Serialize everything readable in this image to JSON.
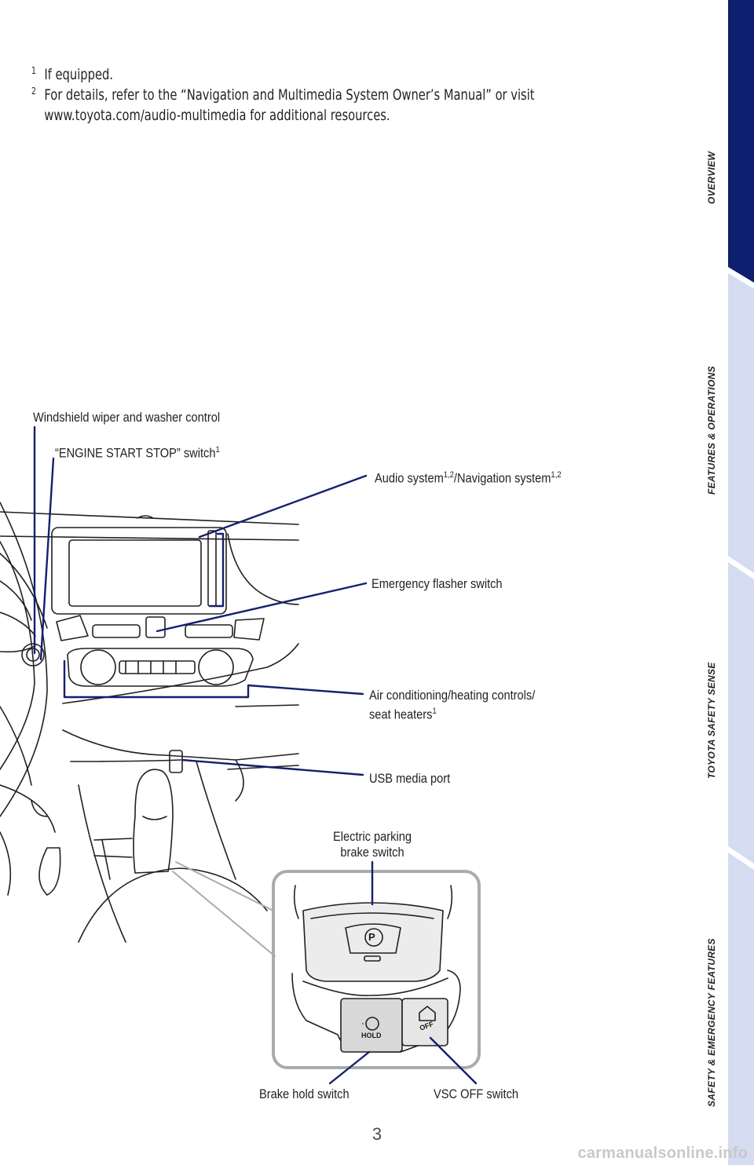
{
  "footnotes": [
    {
      "mark": "1",
      "text": "If equipped."
    },
    {
      "mark": "2",
      "text": "For details, refer to the “Navigation and Multimedia System Owner’s Manual” or visit www.toyota.com/audio-multimedia for additional resources."
    }
  ],
  "callouts": {
    "wiper": "Windshield wiper and washer control",
    "engine_start": "“ENGINE START STOP” switch",
    "engine_start_sup": "1",
    "audio_a": "Audio system",
    "audio_sup_a": "1,2",
    "audio_b": "/Navigation system",
    "audio_sup_b": "1,2",
    "flasher": "Emergency flasher switch",
    "ac_line1": "Air conditioning/heating controls/",
    "ac_line2": "seat heaters",
    "ac_sup": "1",
    "usb": "USB media port",
    "epb_line1": "Electric parking",
    "epb_line2": "brake switch",
    "brake_hold": "Brake hold switch",
    "vsc_off": "VSC OFF switch"
  },
  "inset_labels": {
    "park_symbol": "P",
    "hold_text": "HOLD",
    "off_text": "OFF"
  },
  "side_tabs": [
    {
      "label": "OVERVIEW",
      "active": true
    },
    {
      "label": "FEATURES & OPERATIONS",
      "active": false
    },
    {
      "label": "TOYOTA SAFETY SENSE",
      "active": false
    },
    {
      "label": "SAFETY & EMERGENCY FEATURES",
      "active": false
    }
  ],
  "colors": {
    "tab_active": "#0d1f6e",
    "tab_inactive": "#d3dcf0",
    "leader_line": "#14206e",
    "inset_frame": "#a8acae"
  },
  "page_number": "3",
  "watermark": "carmanualsonline.info"
}
